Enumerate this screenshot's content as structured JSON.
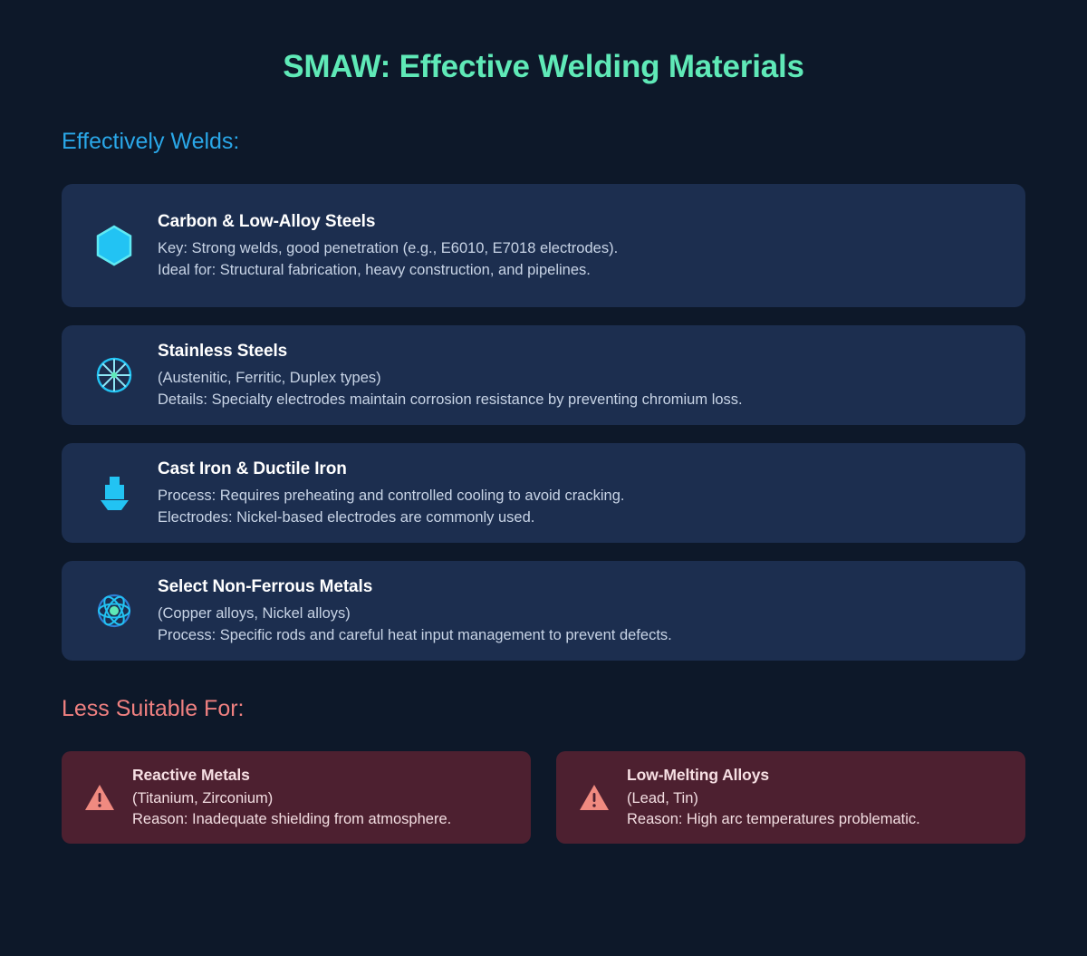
{
  "title": "SMAW: Effective Welding Materials",
  "colors": {
    "page_background": "#0d1829",
    "title": "#5fe9b7",
    "good_heading": "#2aa7e8",
    "bad_heading": "#ef8080",
    "card_background": "#1c2e4f",
    "card_title": "#ffffff",
    "card_text": "#c8d4e6",
    "icon_cyan": "#22c3f3",
    "icon_mint": "#5fe9b7",
    "warn_background": "#4d2030",
    "warn_icon": "#f08a80",
    "warn_text": "#f2dde1"
  },
  "good_section": {
    "heading": "Effectively Welds:",
    "cards": [
      {
        "icon": "hexagon-icon",
        "title": "Carbon & Low-Alloy Steels",
        "lines": [
          "Key: Strong welds, good penetration (e.g., E6010, E7018 electrodes).",
          "Ideal for: Structural fabrication, heavy construction, and pipelines."
        ]
      },
      {
        "icon": "starburst-circle-icon",
        "title": "Stainless Steels",
        "lines": [
          "(Austenitic, Ferritic, Duplex types)",
          "Details: Specialty electrodes maintain corrosion resistance by preventing chromium loss."
        ]
      },
      {
        "icon": "crucible-icon",
        "title": "Cast Iron & Ductile Iron",
        "lines": [
          "Process: Requires preheating and controlled cooling to avoid cracking.",
          "Electrodes: Nickel-based electrodes are commonly used."
        ]
      },
      {
        "icon": "atom-icon",
        "title": "Select Non-Ferrous Metals",
        "lines": [
          "(Copper alloys, Nickel alloys)",
          "Process: Specific rods and careful heat input management to prevent defects."
        ]
      }
    ]
  },
  "bad_section": {
    "heading": "Less Suitable For:",
    "cards": [
      {
        "icon": "warning-triangle-icon",
        "title": "Reactive Metals",
        "lines": [
          "(Titanium, Zirconium)",
          "Reason: Inadequate shielding from atmosphere."
        ]
      },
      {
        "icon": "warning-triangle-icon",
        "title": "Low-Melting Alloys",
        "lines": [
          "(Lead, Tin)",
          "Reason: High arc temperatures problematic."
        ]
      }
    ]
  }
}
